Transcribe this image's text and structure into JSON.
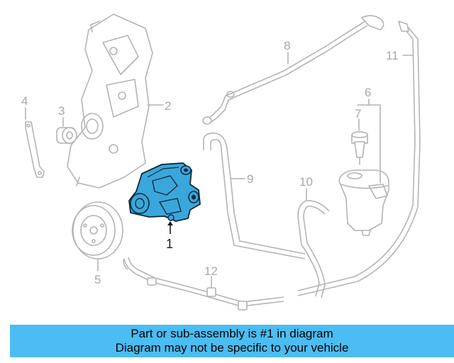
{
  "diagram": {
    "callouts": {
      "c1": "1",
      "c2": "2",
      "c3": "3",
      "c4": "4",
      "c5": "5",
      "c6": "6",
      "c7": "7",
      "c8": "8",
      "c9": "9",
      "c10": "10",
      "c11": "11",
      "c12": "12"
    },
    "colors": {
      "highlight_part": "#3aa7dc",
      "line_art": "#b4b4b4",
      "banner_bg": "#4bbdf2"
    }
  },
  "banner": {
    "line1": "Part or sub-assembly is #1 in diagram",
    "line2": "Diagram may not be specific to your vehicle"
  }
}
